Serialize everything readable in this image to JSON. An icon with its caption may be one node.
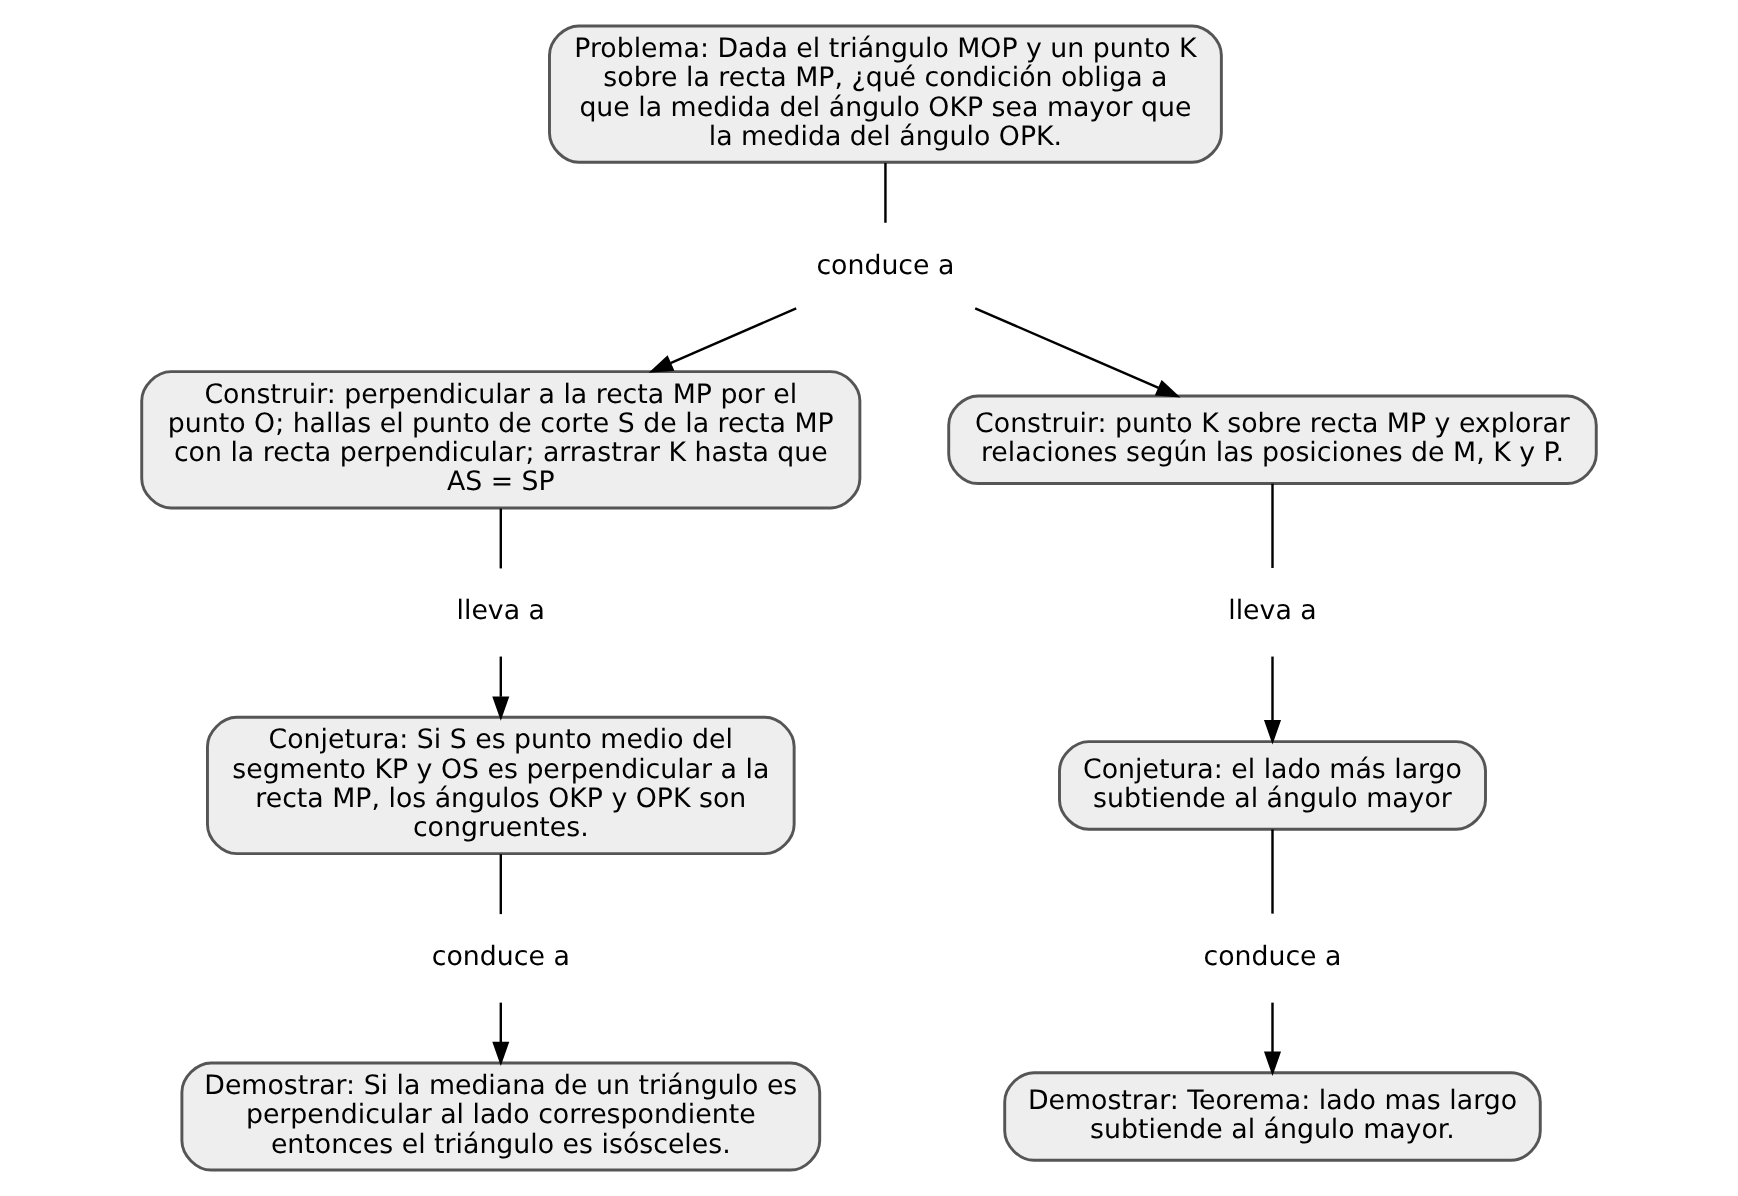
{
  "diagram": {
    "nodes": [
      {
        "text": [
          "Problema: Dada el triángulo MOP y un punto K sobre la recta MP, ¿qué condición obliga a que la medida del ángulo OKP sea mayor que la medida del ángulo OPK."
        ]
      },
      {
        "text": [
          "conduce a"
        ]
      },
      {
        "text": [
          "Construir: perpendicular a la recta MP por el punto O; hallas el punto de corte S de la recta MP con la recta perpendicular; arrastrar K hasta que AS = SP"
        ]
      },
      {
        "text": [
          "Construir: punto K sobre recta MP y explorar relaciones según las posiciones de M, K y P."
        ]
      },
      {
        "text": [
          "lleva a"
        ]
      },
      {
        "text": [
          "Conjetura: Si S es punto medio del segmento KP y OS es perpendicular a la recta MP, los ángulos OKP y OPK son congruentes."
        ]
      },
      {
        "text": [
          "conduce a"
        ]
      },
      {
        "text": [
          "Demostrar: Si la mediana de un triángulo es perpendicular al lado correspondiente entonces el triángulo es isósceles."
        ]
      },
      {
        "text": [
          "lleva a"
        ]
      },
      {
        "text": [
          "Conjetura: el lado más largo subtiende al ángulo mayor"
        ]
      },
      {
        "text": [
          "conduce a"
        ]
      },
      {
        "text": [
          "Demostrar: Teorema: lado mas largo subtiende al ángulo mayor."
        ]
      }
    ],
    "edges": [
      {
        "from": 0,
        "to": 1,
        "arrow": "none"
      },
      {
        "from": 1,
        "to": 2,
        "arrow": "to"
      },
      {
        "from": 1,
        "to": 3,
        "arrow": "to"
      },
      {
        "from": 2,
        "to": 4,
        "arrow": "none"
      },
      {
        "from": 4,
        "to": 5,
        "arrow": "to"
      },
      {
        "from": 5,
        "to": 6,
        "arrow": "none"
      },
      {
        "from": 6,
        "to": 7,
        "arrow": "to"
      },
      {
        "from": 3,
        "to": 8,
        "arrow": "none"
      },
      {
        "from": 8,
        "to": 9,
        "arrow": "to"
      },
      {
        "from": 9,
        "to": 10,
        "arrow": "none"
      },
      {
        "from": 10,
        "to": 11,
        "arrow": "to"
      }
    ]
  }
}
